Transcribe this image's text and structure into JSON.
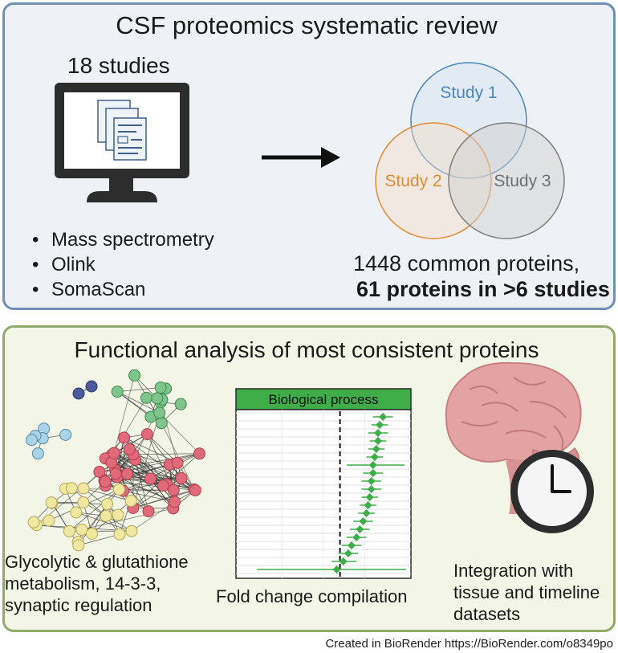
{
  "top_panel": {
    "title": "CSF proteomics systematic review",
    "studies_count": "18 studies",
    "methods": [
      "Mass spectrometry",
      "Olink",
      "SomaScan"
    ],
    "venn": [
      {
        "label": "Study 1",
        "color": "#4a86c0"
      },
      {
        "label": "Study 2",
        "color": "#e68a32"
      },
      {
        "label": "Study 3",
        "color": "#7f7f7f"
      }
    ],
    "result_line1": "1448 common proteins,",
    "result_line2": "61 proteins in >6 studies"
  },
  "bottom_panel": {
    "title": "Functional analysis of most consistent proteins",
    "network_caption": "Glycolytic & glutathione metabolism, 14-3-3, synaptic regulation",
    "chart_caption": "Fold change compilation",
    "integration_caption": "Integration with tissue and timeline datasets",
    "network_colors": {
      "cluster_red": "#e06a7a",
      "cluster_yellow": "#f0e7a0",
      "cluster_green": "#7fc48c",
      "cluster_blue": "#a9d3e6",
      "cluster_navy": "#4b5a9b"
    },
    "icons": [
      "monitor-icon",
      "document-stack-icon",
      "arrow-right-icon",
      "protein-network-icon",
      "brain-icon",
      "clock-icon"
    ]
  },
  "chart_data": {
    "type": "forest",
    "title": "Biological process",
    "header_color": "#3fae49",
    "marker_color": "#3fae49",
    "reference_line": "dashed",
    "points": [
      {
        "est": 0.86,
        "lo": 0.8,
        "hi": 0.92
      },
      {
        "est": 0.84,
        "lo": 0.79,
        "hi": 0.89
      },
      {
        "est": 0.83,
        "lo": 0.77,
        "hi": 0.89
      },
      {
        "est": 0.83,
        "lo": 0.78,
        "hi": 0.88
      },
      {
        "est": 0.82,
        "lo": 0.77,
        "hi": 0.87
      },
      {
        "est": 0.81,
        "lo": 0.76,
        "hi": 0.86
      },
      {
        "est": 0.8,
        "lo": 0.64,
        "hi": 0.99
      },
      {
        "est": 0.8,
        "lo": 0.74,
        "hi": 0.86
      },
      {
        "est": 0.79,
        "lo": 0.73,
        "hi": 0.85
      },
      {
        "est": 0.79,
        "lo": 0.73,
        "hi": 0.85
      },
      {
        "est": 0.78,
        "lo": 0.73,
        "hi": 0.83
      },
      {
        "est": 0.77,
        "lo": 0.72,
        "hi": 0.82
      },
      {
        "est": 0.76,
        "lo": 0.71,
        "hi": 0.81
      },
      {
        "est": 0.74,
        "lo": 0.68,
        "hi": 0.8
      },
      {
        "est": 0.72,
        "lo": 0.66,
        "hi": 0.78
      },
      {
        "est": 0.7,
        "lo": 0.64,
        "hi": 0.76
      },
      {
        "est": 0.67,
        "lo": 0.61,
        "hi": 0.73
      },
      {
        "est": 0.65,
        "lo": 0.59,
        "hi": 0.71
      },
      {
        "est": 0.62,
        "lo": 0.55,
        "hi": 0.7
      },
      {
        "est": 0.58,
        "lo": 0.1,
        "hi": 1.0
      }
    ],
    "reference_value": 0.6,
    "xlim": [
      0,
      1
    ]
  },
  "credit": "Created in BioRender https://BioRender.com/o8349po"
}
